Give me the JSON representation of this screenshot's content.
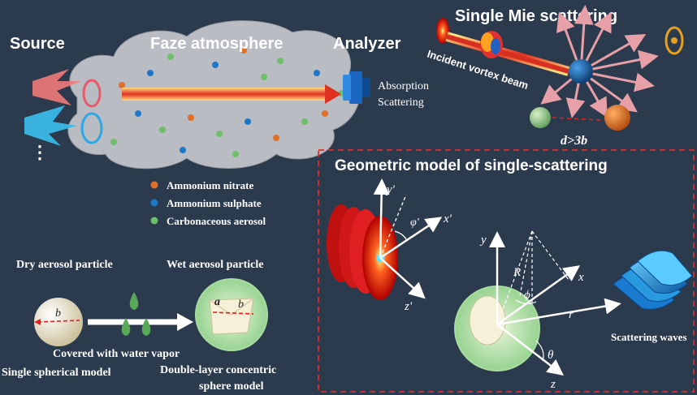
{
  "top": {
    "source_label": "Source",
    "atmosphere_label": "Faze atmosphere",
    "analyzer_label": "Analyzer",
    "absorption_label": "Absorption",
    "scattering_label": "Scattering",
    "ellipsis": "⋮"
  },
  "mie": {
    "title": "Single Mie scattering",
    "beam_label": "Incident vortex beam",
    "condition": "d>3b"
  },
  "legend": {
    "items": [
      {
        "label": "Ammonium nitrate",
        "color": "#e0702a"
      },
      {
        "label": "Ammonium sulphate",
        "color": "#1e78c8"
      },
      {
        "label": "Carbonaceous aerosol",
        "color": "#6fbf6a"
      }
    ]
  },
  "particles": {
    "dry_label": "Dry aerosol particle",
    "wet_label": "Wet aerosol particle",
    "process_label": "Covered with water vapor",
    "single_model": "Single spherical model",
    "double_model_line1": "Double-layer concentric",
    "double_model_line2": "sphere model",
    "radius_b": "b",
    "radius_a": "a"
  },
  "geometry": {
    "title": "Geometric model of single-scattering",
    "y_prime": "y'",
    "x_prime": "x'",
    "z_prime": "z'",
    "phi_prime": "φ'",
    "y": "y",
    "x": "x",
    "z": "z",
    "R": "R",
    "r": "r",
    "phi": "ϕ",
    "theta": "θ",
    "waves_label": "Scattering waves"
  },
  "colors": {
    "background": "#2b3a4d",
    "cloud": "#b9bcc2",
    "dashed_frame": "#d83030",
    "beam": "#e0452a"
  }
}
